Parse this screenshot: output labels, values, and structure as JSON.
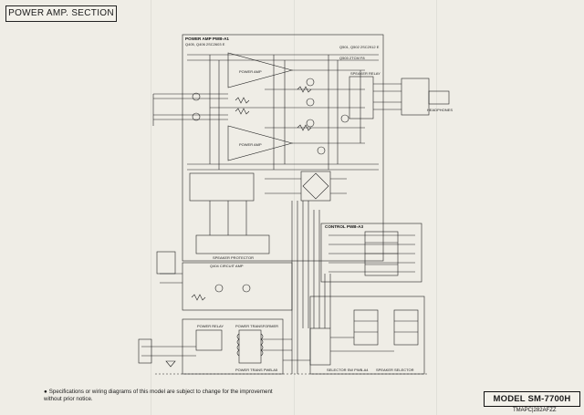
{
  "section_title": "POWER AMP. SECTION",
  "model": "MODEL SM-7700H",
  "doc_code": "TMAPC|282AFZZ",
  "note": "Specifications or wiring diagrams of this model are subject to change for the improvement without prior notice.",
  "blocks": {
    "power_amp_pwb": "POWER AMP PWB-A1",
    "transistor_note_left": "Q405, Q406 2SC2603 E",
    "transistor_note_right_1": "Q501, Q502 2SC2912 E",
    "transistor_note_right_2": "Q503 2TCM F8",
    "pre_amp_left": "POWER AMP",
    "pre_amp_right": "POWER AMP",
    "speaker_protector": "SPEAKER PROTECTOR",
    "circuit_amp": "Q404 CIRCUIT AMP",
    "control_pwb": "CONTROL PWB-A3",
    "selector_sw_pwb": "SELECTOR SW PWB-A4",
    "speaker_selector": "SPEAKER SELECTOR",
    "power_trans_pwb": "POWER TRANS PWB-A5",
    "power_transformer": "POWER TRANSFORMER",
    "headphones": "HEADPHONES",
    "speaker_relay": "SPEAKER RELAY",
    "power_relay": "POWER RELAY"
  }
}
